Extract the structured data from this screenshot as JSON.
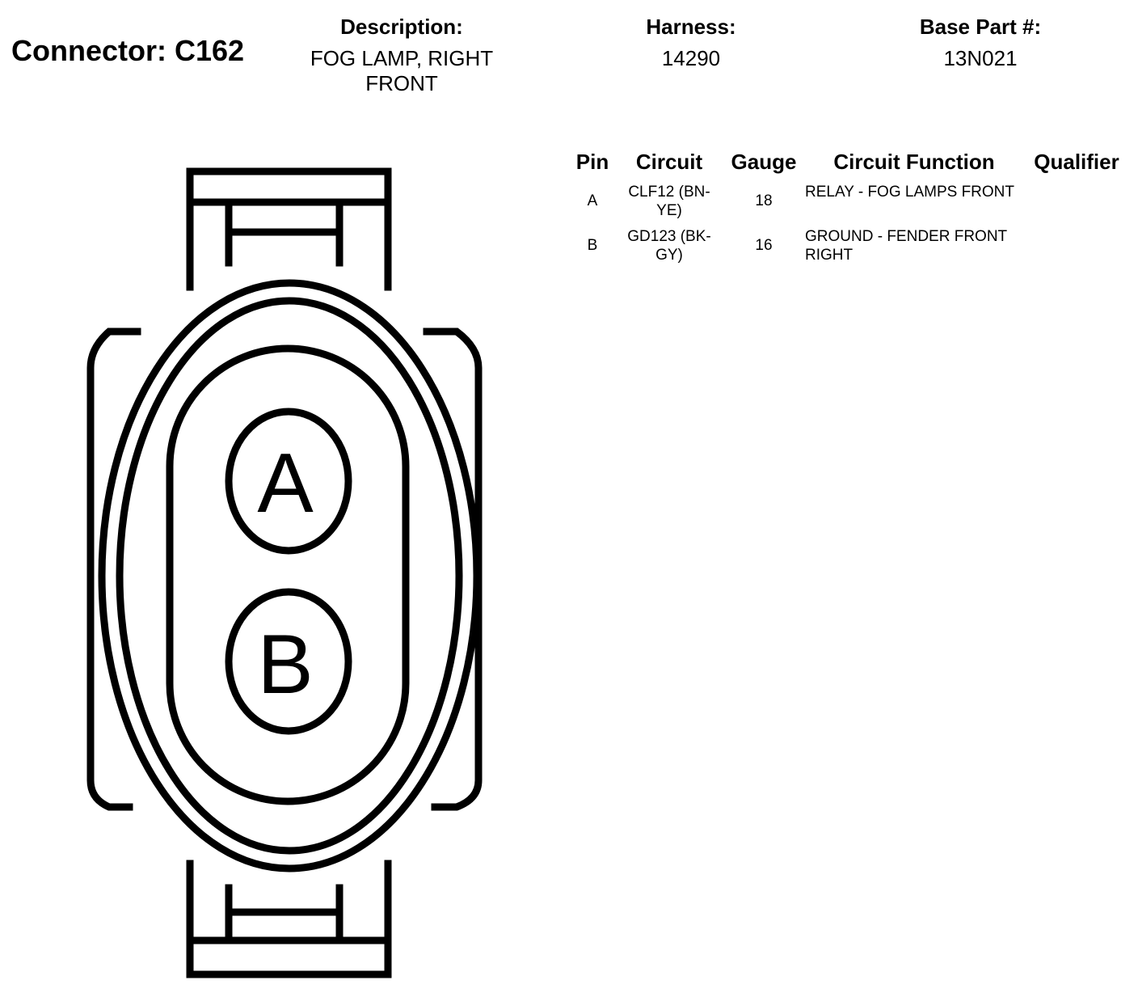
{
  "header": {
    "connector_label": "Connector: C162",
    "description_label": "Description:",
    "description_value": "FOG LAMP, RIGHT FRONT",
    "harness_label": "Harness:",
    "harness_value": "14290",
    "base_part_label": "Base Part #:",
    "base_part_value": "13N021"
  },
  "table": {
    "columns": [
      "Pin",
      "Circuit",
      "Gauge",
      "Circuit Function",
      "Qualifier"
    ],
    "rows": [
      {
        "pin": "A",
        "circuit": "CLF12 (BN-YE)",
        "gauge": "18",
        "function": "RELAY - FOG LAMPS FRONT",
        "qualifier": ""
      },
      {
        "pin": "B",
        "circuit": "GD123 (BK-GY)",
        "gauge": "16",
        "function": "GROUND - FENDER FRONT RIGHT",
        "qualifier": ""
      }
    ]
  },
  "diagram": {
    "pins": [
      "A",
      "B"
    ]
  }
}
